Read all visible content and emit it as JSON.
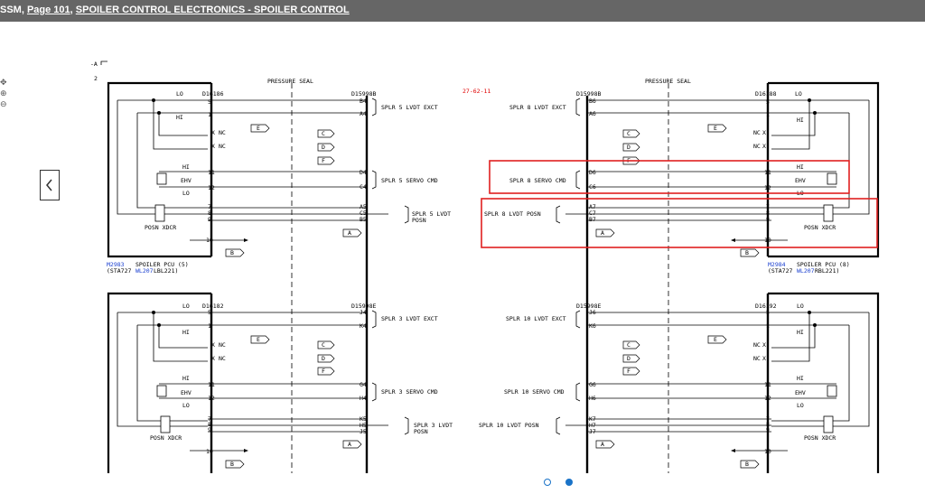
{
  "header": {
    "prefix": "SSM, ",
    "page_link": "Page 101",
    "sep": ", ",
    "title_link": "SPOILER CONTROL ELECTRONICS - SPOILER CONTROL"
  },
  "toolbar": {
    "tools": [
      "pan-icon",
      "zoom-in-icon",
      "zoom-out-icon"
    ]
  },
  "diagram": {
    "sheet_ref": "-A",
    "sheet_num": "2",
    "ref_code": "27-62-11",
    "pressure_seal": "PRESSURE SEAL",
    "upper_left": {
      "lo": "LO",
      "conn": "D16186",
      "hi": "HI",
      "nc": "NC",
      "x": "X",
      "hi2": "HI",
      "ehv": "EHV",
      "lo2": "LO",
      "posn_xdcr": "POSN XDCR",
      "pins": [
        "5",
        "1",
        "X",
        "X",
        "11",
        "12",
        "7",
        "8",
        "9",
        "10"
      ],
      "unit_id": "M2983",
      "unit_name": "SPOILER PCU (5)",
      "sta": "(STA727 ",
      "wl": "WL207",
      "lbl": " LBL221)"
    },
    "upper_mid_left": {
      "conn": "D15998B",
      "pins": [
        "B4",
        "A4",
        "D4",
        "C4",
        "A5",
        "C5",
        "B5"
      ],
      "exct": "SPLR 5 LVDT EXCT",
      "servo": "SPLR 5 SERVO CMD",
      "lvdt": "SPLR 5 LVDT",
      "posn": "POSN",
      "tags": [
        "E",
        "C",
        "D",
        "F",
        "A",
        "B"
      ]
    },
    "upper_mid_right": {
      "conn": "D15998B",
      "pins": [
        "B6",
        "A6",
        "D6",
        "C6",
        "A7",
        "C7",
        "B7"
      ],
      "exct": "SPLR 8 LVDT EXCT",
      "servo": "SPLR 8 SERVO CMD",
      "posn": "SPLR 8 LVDT POSN",
      "tags": [
        "C",
        "D",
        "F",
        "A"
      ]
    },
    "upper_right": {
      "lo": "LO",
      "conn": "D16188",
      "hi": "HI",
      "nc": "NC",
      "x": "X",
      "hi2": "HI",
      "ehv": "EHV",
      "lo2": "LO",
      "posn_xdcr": "POSN XDCR",
      "pins": [
        "5",
        "1",
        "X",
        "X",
        "11",
        "12",
        "7",
        "8",
        "9",
        "10"
      ],
      "tags": [
        "E",
        "B"
      ],
      "unit_id": "M2984",
      "unit_name": "SPOILER PCU (8)",
      "sta": "(STA727 ",
      "wl": "WL207",
      "rbl": " RBL221)"
    },
    "lower_left": {
      "lo": "LO",
      "conn": "D16182",
      "hi": "HI",
      "nc": "NC",
      "x": "X",
      "hi2": "HI",
      "ehv": "EHV",
      "lo2": "LO",
      "posn_xdcr": "POSN XDCR",
      "pins": [
        "5",
        "1",
        "X",
        "X",
        "11",
        "12",
        "7",
        "8",
        "9",
        "10"
      ],
      "tags": [
        "E",
        "B"
      ]
    },
    "lower_mid_left": {
      "conn": "D15998E",
      "pins": [
        "J4",
        "K4",
        "G4",
        "H4",
        "K5",
        "H5",
        "J5"
      ],
      "exct": "SPLR 3 LVDT EXCT",
      "servo": "SPLR 3 SERVO CMD",
      "lvdt": "SPLR 3 LVDT",
      "posn": "POSN",
      "tags": [
        "C",
        "D",
        "F",
        "A"
      ]
    },
    "lower_mid_right": {
      "conn": "D15998E",
      "pins": [
        "J6",
        "K6",
        "G6",
        "H6",
        "K7",
        "H7",
        "J7"
      ],
      "exct": "SPLR 10 LVDT EXCT",
      "servo": "SPLR 10 SERVO CMD",
      "posn": "SPLR 10 LVDT POSN",
      "tags": [
        "C",
        "D",
        "F",
        "A"
      ]
    },
    "lower_right": {
      "lo": "LO",
      "conn": "D16192",
      "hi": "HI",
      "nc": "NC",
      "x": "X",
      "hi2": "HI",
      "ehv": "EHV",
      "lo2": "LO",
      "posn_xdcr": "POSN XDCR",
      "pins": [
        "5",
        "1",
        "X",
        "X",
        "11",
        "12",
        "7",
        "8",
        "9",
        "10"
      ],
      "tags": [
        "E",
        "B"
      ]
    },
    "highlight_color": "#e02020"
  },
  "pager": {
    "active": 2,
    "total": 2
  }
}
